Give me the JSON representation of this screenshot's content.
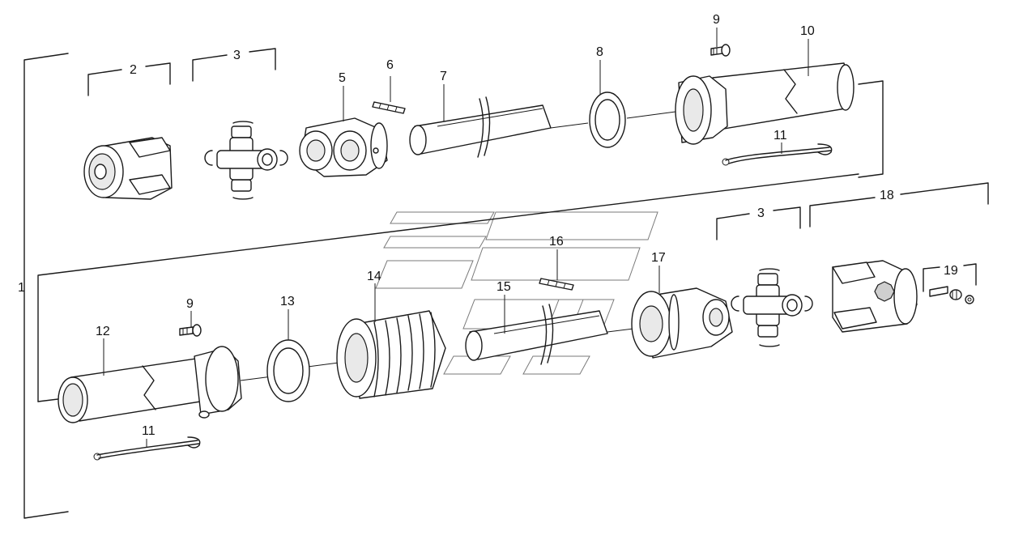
{
  "part_labels": {
    "p1": "1",
    "p2": "2",
    "p3_top": "3",
    "p3_bottom": "3",
    "p5": "5",
    "p6": "6",
    "p7": "7",
    "p8": "8",
    "p9_top": "9",
    "p9_bottom": "9",
    "p10": "10",
    "p11_top": "11",
    "p11_bottom": "11",
    "p12": "12",
    "p13": "13",
    "p14": "14",
    "p15": "15",
    "p16": "16",
    "p17": "17",
    "p18": "18",
    "p19": "19"
  }
}
